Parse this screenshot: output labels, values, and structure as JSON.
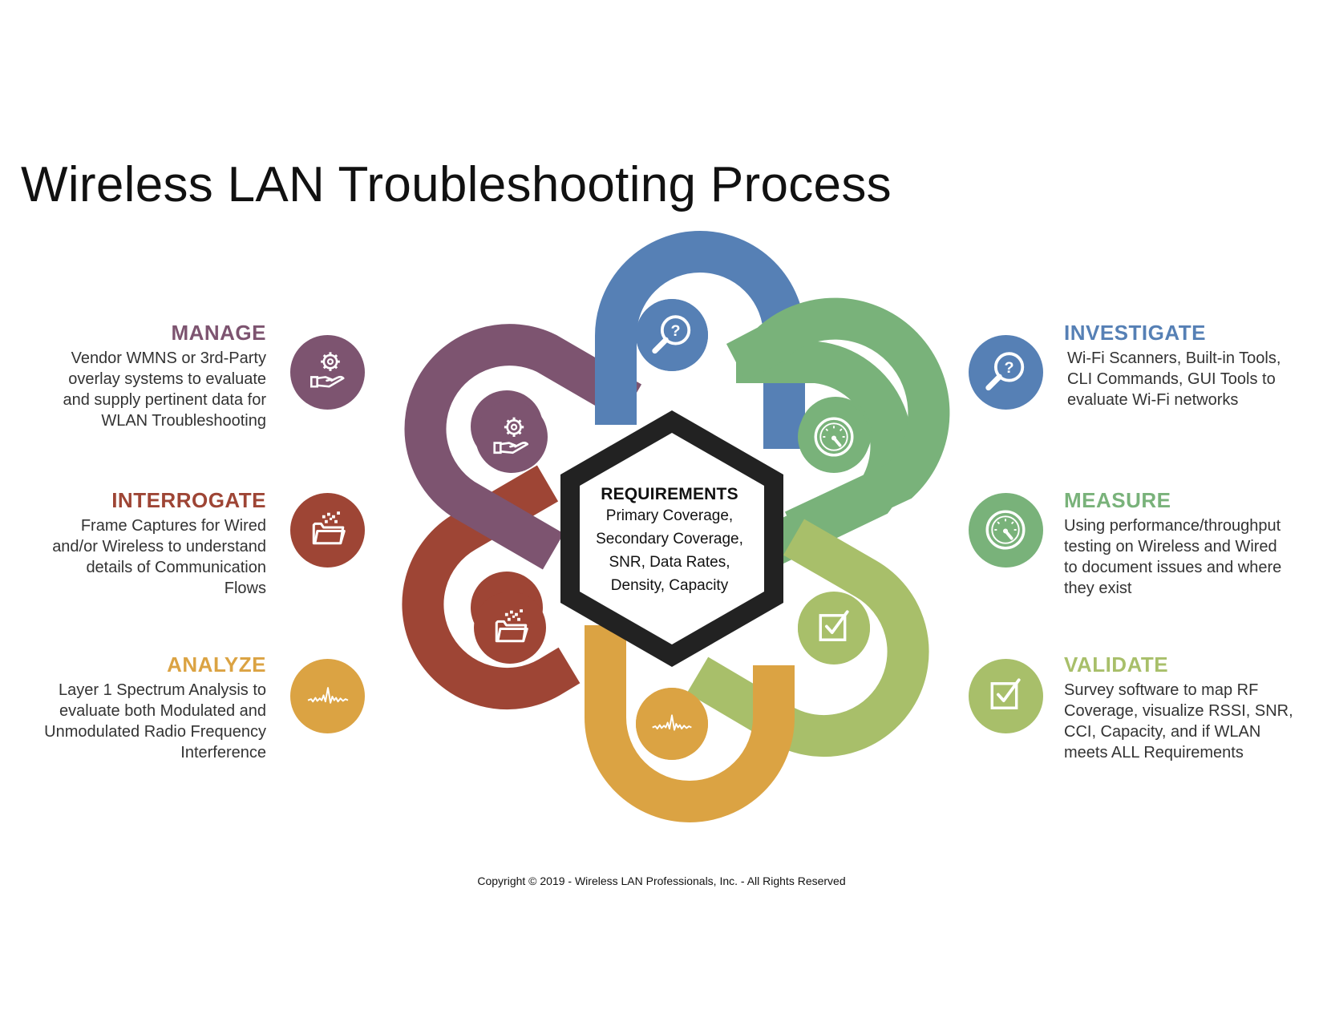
{
  "title": "Wireless LAN Troubleshooting Process",
  "center": {
    "heading": "REQUIREMENTS",
    "lines": [
      "Primary Coverage,",
      "Secondary Coverage,",
      "SNR, Data Rates,",
      "Density, Capacity"
    ]
  },
  "steps": {
    "manage": {
      "heading": "MANAGE",
      "lines": [
        "Vendor WMNS or 3rd-Party",
        "overlay systems to evaluate",
        "and supply pertinent data for",
        "WLAN Troubleshooting"
      ],
      "color": "#7d5470",
      "icon": "gear-hand-icon"
    },
    "interrogate": {
      "heading": "INTERROGATE",
      "lines": [
        "Frame Captures for Wired",
        "and/or Wireless to understand",
        "details of Communication",
        "Flows"
      ],
      "color": "#9e4535",
      "icon": "folder-icon"
    },
    "analyze": {
      "heading": "ANALYZE",
      "lines": [
        "Layer 1 Spectrum Analysis to",
        "evaluate both Modulated and",
        "Unmodulated Radio Frequency",
        "Interference"
      ],
      "color": "#dba343",
      "icon": "waveform-icon"
    },
    "investigate": {
      "heading": "INVESTIGATE",
      "lines": [
        "Wi-Fi Scanners, Built-in Tools,",
        "CLI Commands, GUI Tools to",
        "evaluate Wi-Fi networks"
      ],
      "color": "#5680b5",
      "icon": "magnifier-question-icon"
    },
    "measure": {
      "heading": "MEASURE",
      "lines": [
        "Using performance/throughput",
        "testing on Wireless and Wired",
        "to document issues and where",
        "they exist"
      ],
      "color": "#79b27a",
      "icon": "gauge-icon"
    },
    "validate": {
      "heading": "VALIDATE",
      "lines": [
        "Survey software to map RF",
        "Coverage, visualize RSSI, SNR,",
        "CCI, Capacity, and if WLAN",
        "meets ALL Requirements"
      ],
      "color": "#a8bf6a",
      "icon": "checkbox-icon"
    }
  },
  "hexagon_color": "#222222",
  "copyright": "Copyright © 2019 - Wireless LAN Professionals, Inc. - All Rights Reserved"
}
